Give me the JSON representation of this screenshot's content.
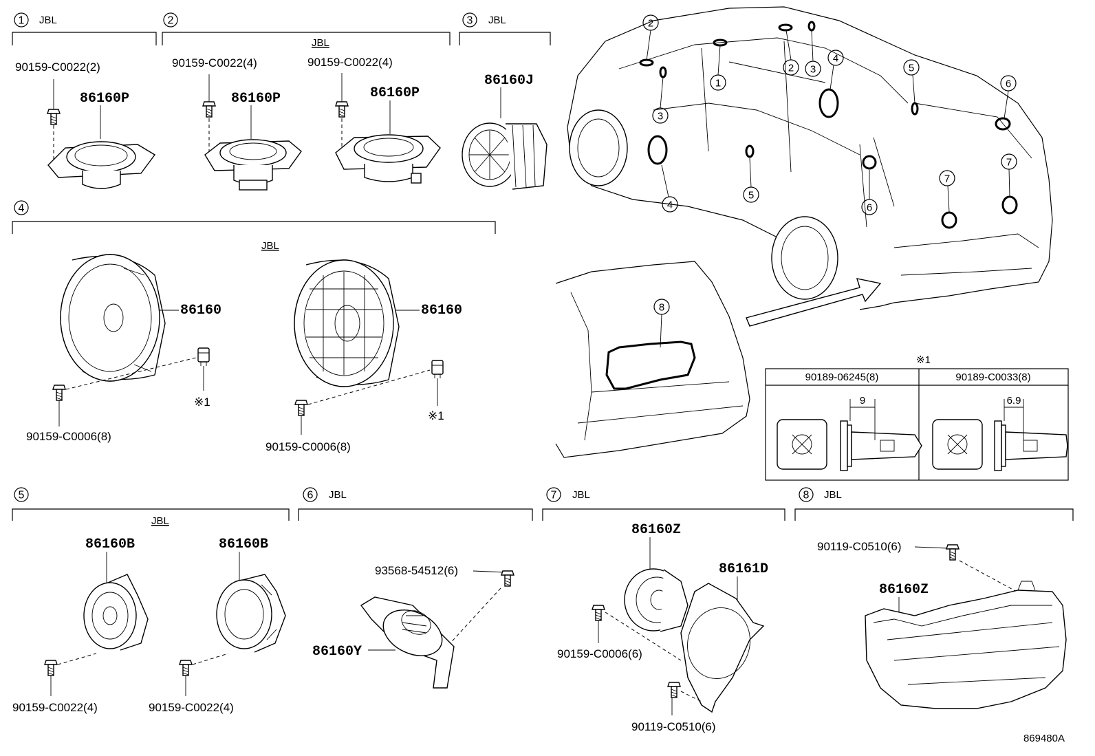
{
  "sections": [
    {
      "num": "1",
      "label": "JBL",
      "sub_label": "",
      "parts": [
        {
          "part_no": "90159-C0022(2)"
        },
        {
          "part_no": "86160P"
        }
      ]
    },
    {
      "num": "2",
      "label": "",
      "sub_label": "JBL",
      "parts": [
        {
          "part_no": "90159-C0022(4)"
        },
        {
          "part_no": "86160P"
        },
        {
          "part_no": "90159-C0022(4)"
        },
        {
          "part_no": "86160P"
        }
      ]
    },
    {
      "num": "3",
      "label": "JBL",
      "sub_label": "",
      "parts": [
        {
          "part_no": "86160J"
        }
      ]
    },
    {
      "num": "4",
      "label": "",
      "sub_label": "JBL",
      "parts": [
        {
          "part_no": "86160"
        },
        {
          "part_no": "※1"
        },
        {
          "part_no": "90159-C0006(8)"
        },
        {
          "part_no": "86160"
        },
        {
          "part_no": "※1"
        },
        {
          "part_no": "90159-C0006(8)"
        }
      ]
    },
    {
      "num": "5",
      "label": "",
      "sub_label": "JBL",
      "parts": [
        {
          "part_no": "86160B"
        },
        {
          "part_no": "90159-C0022(4)"
        },
        {
          "part_no": "86160B"
        },
        {
          "part_no": "90159-C0022(4)"
        }
      ]
    },
    {
      "num": "6",
      "label": "JBL",
      "sub_label": "",
      "parts": [
        {
          "part_no": "93568-54512(6)"
        },
        {
          "part_no": "86160Y"
        }
      ]
    },
    {
      "num": "7",
      "label": "JBL",
      "sub_label": "",
      "parts": [
        {
          "part_no": "86160Z"
        },
        {
          "part_no": "86161D"
        },
        {
          "part_no": "90159-C0006(6)"
        },
        {
          "part_no": "90119-C0510(6)"
        }
      ]
    },
    {
      "num": "8",
      "label": "JBL",
      "sub_label": "",
      "parts": [
        {
          "part_no": "90119-C0510(6)"
        },
        {
          "part_no": "86160Z"
        }
      ]
    }
  ],
  "vehicle_callouts": [
    "2",
    "3",
    "1",
    "2",
    "3",
    "4",
    "5",
    "6",
    "4",
    "5",
    "6",
    "7",
    "7",
    "8"
  ],
  "clip_table": {
    "title": "※1",
    "columns": [
      {
        "part_no": "90189-06245(8)",
        "dimension": "9"
      },
      {
        "part_no": "90189-C0033(8)",
        "dimension": "6.9"
      }
    ]
  },
  "diagram_id": "869480A"
}
